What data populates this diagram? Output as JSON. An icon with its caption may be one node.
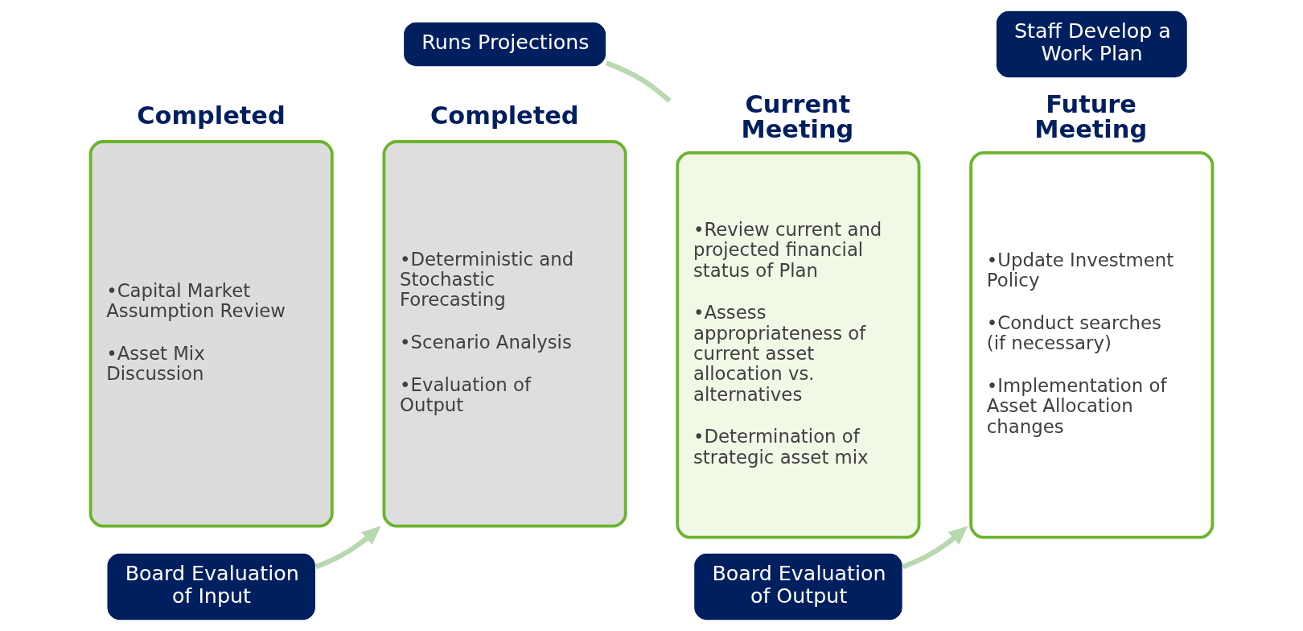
{
  "diagram": {
    "nodes": [
      {
        "text": [
          "•Capital Market Assumption Review",
          "•Asset Mix Discussion"
        ],
        "beside": [
          "Completed"
        ]
      },
      {
        "text": [
          "Board Evaluation of Input"
        ]
      },
      {
        "text": [
          "Runs Projections"
        ]
      },
      {
        "text": [
          "•Deterministic and Stochastic Forecasting",
          "•Scenario Analysis",
          "•Evaluation of Output"
        ],
        "beside": [
          "Completed"
        ]
      },
      {
        "text": [
          "•Review current and projected financial status of Plan",
          "•Assess appropriateness of current asset allocation vs. alternatives",
          "•Determination of strategic asset mix"
        ],
        "beside": [
          "Current Meeting"
        ]
      },
      {
        "text": [
          "Board Evaluation of Output"
        ]
      },
      {
        "text": [
          "Staff Develop a Work Plan"
        ]
      },
      {
        "text": [
          "•Update Investment Policy",
          "•Conduct searches (if necessary)",
          "•Implementation of Asset Allocation changes"
        ],
        "beside": [
          "Future Meeting"
        ]
      }
    ],
    "edges": [
      {
        "from": 1,
        "to": 3,
        "arrow": "to"
      },
      {
        "from": 2,
        "to": 4,
        "arrow": "none"
      },
      {
        "from": 5,
        "to": 7,
        "arrow": "to"
      }
    ]
  }
}
